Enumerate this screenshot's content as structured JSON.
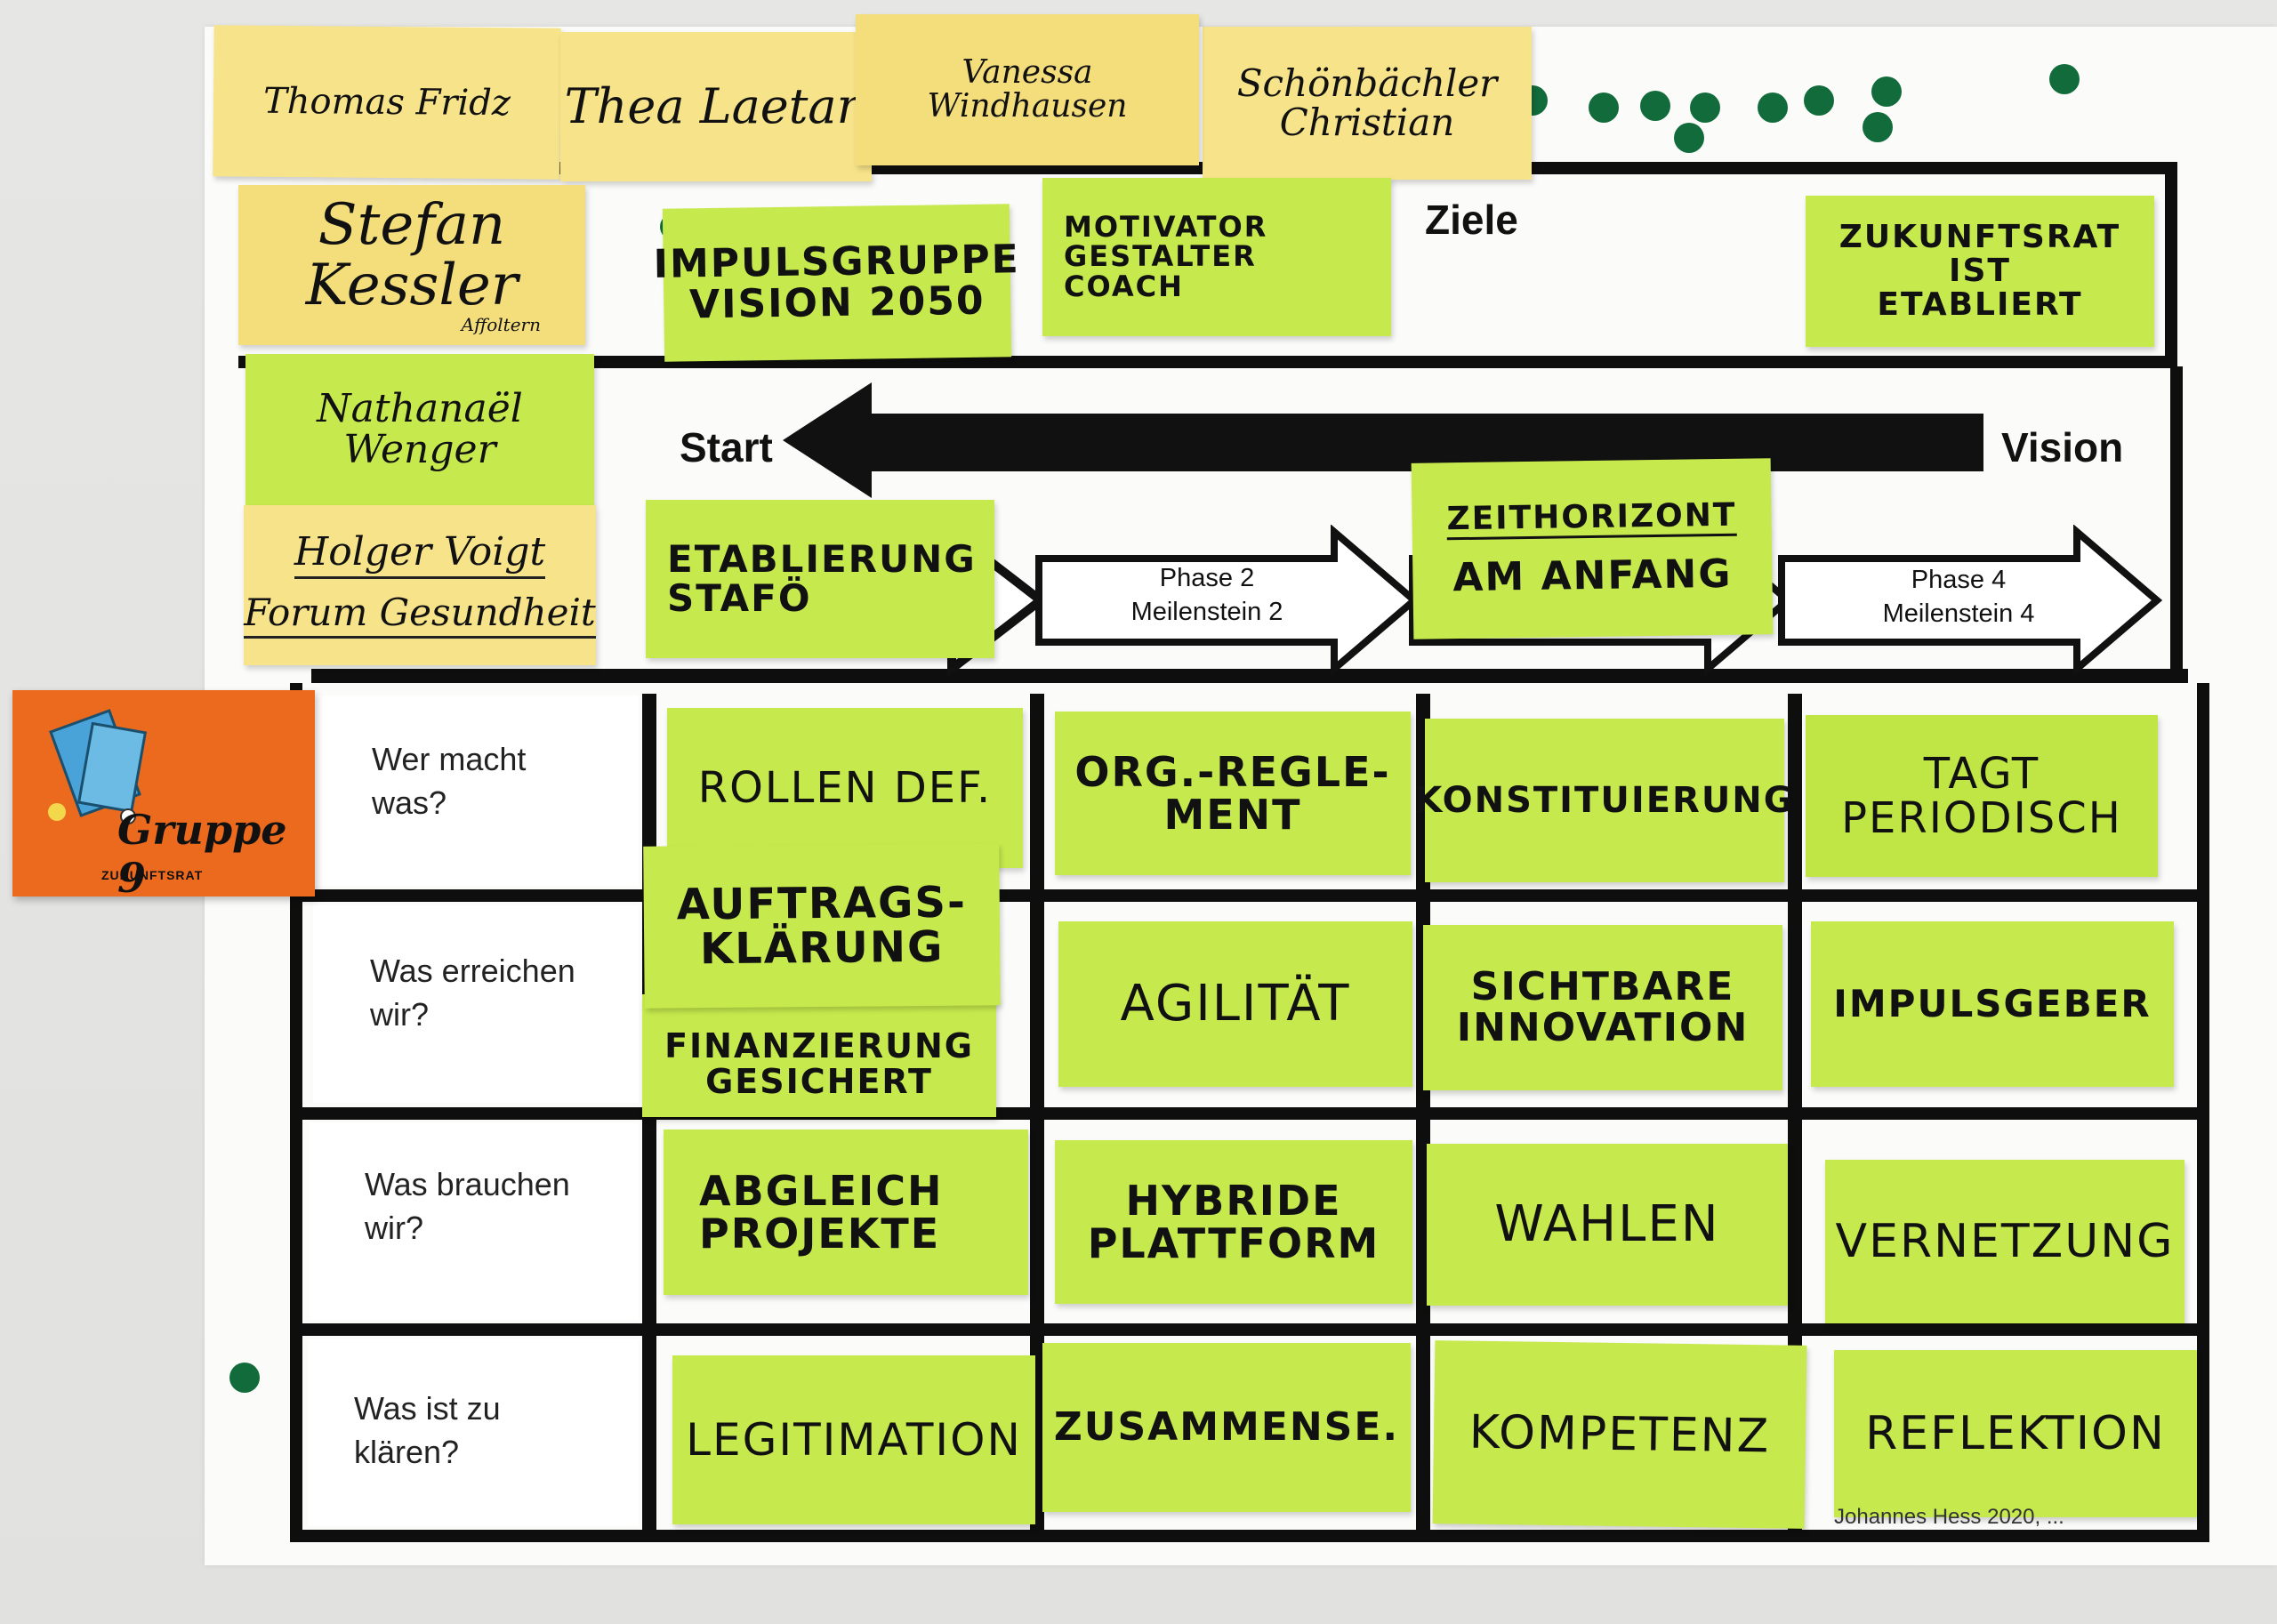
{
  "board": {
    "header_goal": "Ziele",
    "start_label": "Start",
    "vision_label": "Vision",
    "copyright_visible": "Johannes Hess 2020, ..."
  },
  "phases": [
    {
      "text": "Phase 2\nMeilenstein 2"
    },
    {
      "text": "Phase 4\nMeilenstein 4"
    }
  ],
  "row_labels": [
    "Wer macht\nwas?",
    "Was erreichen\nwir?",
    "Was brauchen\nwir?",
    "Was ist zu\nklären?"
  ],
  "name_notes": {
    "thomas": "Thomas Fridz",
    "thea": "Thea Laetan",
    "vanessa": "Vanessa\nWindhausen",
    "christian": "Schönbächler\nChristian",
    "stefan_name": "Stefan\nKessler",
    "stefan_sub": "Affoltern",
    "nathanael": "Nathanaël\nWenger",
    "holger_name": "Holger Voigt",
    "holger_org": "Forum Gesundheit"
  },
  "header_notes": {
    "impuls": "IMPULSGRUPPE\nVISION 2050",
    "motivator": "MOTIVATOR\nGESTALTER\nCOACH",
    "zukunftsrat": "ZUKUNFTSRAT\nIST\nETABLIERT"
  },
  "phase_notes": {
    "etablierung": "ETABLIERUNG\nSTAFÖ",
    "zeithorizont_top": "ZEITHORIZONT",
    "zeithorizont_bottom": "AM ANFANG"
  },
  "grid_notes": {
    "r1": [
      "ROLLEN DEF.",
      "ORG.-REGLE-\nMENT",
      "KONSTITUIERUNG",
      "TAGT\nPERIODISCH"
    ],
    "r2a": "AUFTRAGS-\nKLÄRUNG",
    "r2b": "FINANZIERUNG\nGESICHERT",
    "r2": [
      "AGILITÄT",
      "SICHTBARE\nINNOVATION",
      "IMPULSGEBER"
    ],
    "r3": [
      "ABGLEICH\nPROJEKTE",
      "HYBRIDE\nPLATTFORM",
      "WAHLEN",
      "VERNETZUNG"
    ],
    "r4": [
      "LEGITIMATION",
      "ZUSAMMENSE.",
      "KOMPETENZ",
      "REFLEKTION"
    ]
  },
  "badge": {
    "title": "Gruppe 9",
    "subtitle": "ZUKUNFTSRAT"
  },
  "colors": {
    "sticky_green": "#c6ea4d",
    "sticky_yellow": "#f7e48a",
    "badge_orange": "#ec6a1e",
    "dot_green": "#116b3a"
  }
}
